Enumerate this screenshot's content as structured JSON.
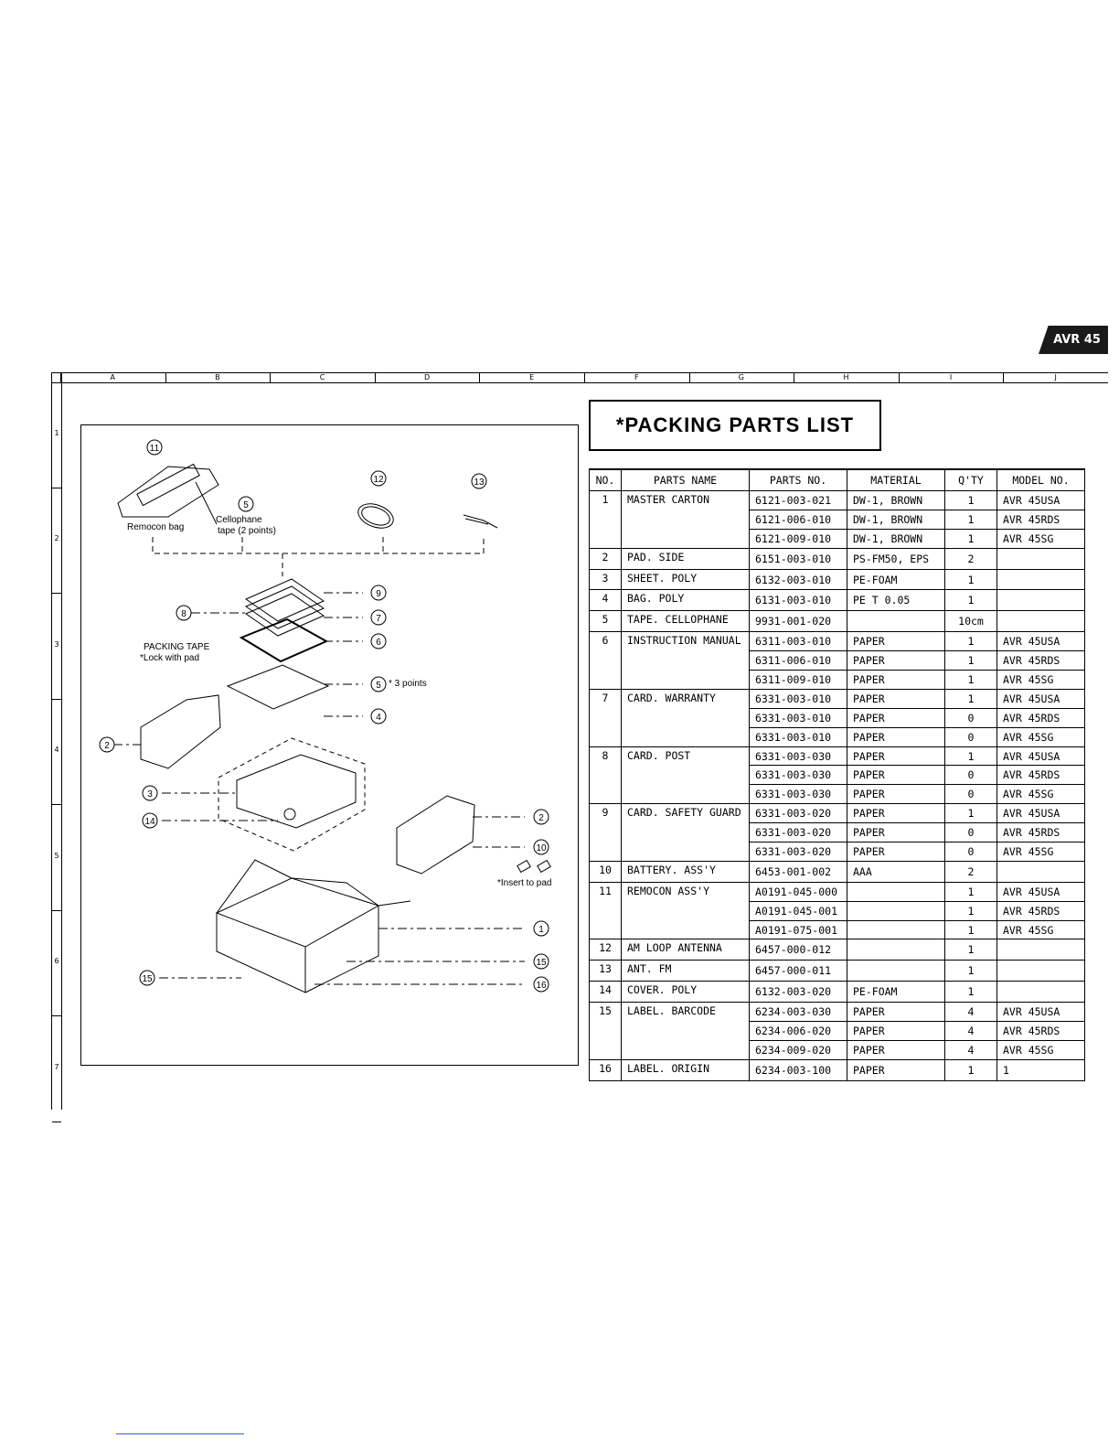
{
  "model_tab": "AVR 45",
  "frame": {
    "columns": [
      "A",
      "B",
      "C",
      "D",
      "E",
      "F",
      "G",
      "H",
      "I",
      "J"
    ],
    "rows": [
      "1",
      "2",
      "3",
      "4",
      "5",
      "6",
      "7"
    ]
  },
  "title": "*PACKING PARTS LIST",
  "diagram": {
    "callouts": [
      "11",
      "5",
      "12",
      "13",
      "9",
      "8",
      "7",
      "6",
      "5",
      "4",
      "2",
      "3",
      "14",
      "2",
      "10",
      "1",
      "15",
      "15",
      "16"
    ],
    "labels": {
      "remocon_bag": "Remocon bag",
      "cellophane_1": "Cellophane",
      "cellophane_2": "tape (2 points)",
      "packing_tape_1": "PACKING TAPE",
      "packing_tape_2": "*Lock with pad",
      "three_points": "* 3 points",
      "insert_to_pad": "*Insert to pad"
    }
  },
  "table": {
    "headers": [
      "NO.",
      "PARTS NAME",
      "PARTS NO.",
      "MATERIAL",
      "Q'TY",
      "MODEL NO."
    ],
    "groups": [
      {
        "no": "1",
        "name": "MASTER CARTON",
        "rows": [
          [
            "6121-003-021",
            "DW-1, BROWN",
            "1",
            "AVR 45USA"
          ],
          [
            "6121-006-010",
            "DW-1, BROWN",
            "1",
            "AVR 45RDS"
          ],
          [
            "6121-009-010",
            "DW-1, BROWN",
            "1",
            "AVR 45SG"
          ]
        ]
      },
      {
        "no": "2",
        "name": "PAD. SIDE",
        "rows": [
          [
            "6151-003-010",
            "PS-FM50, EPS",
            "2",
            ""
          ]
        ]
      },
      {
        "no": "3",
        "name": "SHEET. POLY",
        "rows": [
          [
            "6132-003-010",
            "PE-FOAM",
            "1",
            ""
          ]
        ]
      },
      {
        "no": "4",
        "name": "BAG. POLY",
        "rows": [
          [
            "6131-003-010",
            "PE T 0.05",
            "1",
            ""
          ]
        ]
      },
      {
        "no": "5",
        "name": "TAPE. CELLOPHANE",
        "rows": [
          [
            "9931-001-020",
            "",
            "10cm",
            ""
          ]
        ]
      },
      {
        "no": "6",
        "name": "INSTRUCTION MANUAL",
        "rows": [
          [
            "6311-003-010",
            "PAPER",
            "1",
            "AVR 45USA"
          ],
          [
            "6311-006-010",
            "PAPER",
            "1",
            "AVR 45RDS"
          ],
          [
            "6311-009-010",
            "PAPER",
            "1",
            "AVR 45SG"
          ]
        ]
      },
      {
        "no": "7",
        "name": "CARD. WARRANTY",
        "rows": [
          [
            "6331-003-010",
            "PAPER",
            "1",
            "AVR 45USA"
          ],
          [
            "6331-003-010",
            "PAPER",
            "0",
            "AVR 45RDS"
          ],
          [
            "6331-003-010",
            "PAPER",
            "0",
            "AVR 45SG"
          ]
        ]
      },
      {
        "no": "8",
        "name": "CARD. POST",
        "rows": [
          [
            "6331-003-030",
            "PAPER",
            "1",
            "AVR 45USA"
          ],
          [
            "6331-003-030",
            "PAPER",
            "0",
            "AVR 45RDS"
          ],
          [
            "6331-003-030",
            "PAPER",
            "0",
            "AVR 45SG"
          ]
        ]
      },
      {
        "no": "9",
        "name": "CARD. SAFETY GUARD",
        "rows": [
          [
            "6331-003-020",
            "PAPER",
            "1",
            "AVR 45USA"
          ],
          [
            "6331-003-020",
            "PAPER",
            "0",
            "AVR 45RDS"
          ],
          [
            "6331-003-020",
            "PAPER",
            "0",
            "AVR 45SG"
          ]
        ]
      },
      {
        "no": "10",
        "name": "BATTERY. ASS'Y",
        "rows": [
          [
            "6453-001-002",
            "AAA",
            "2",
            ""
          ]
        ]
      },
      {
        "no": "11",
        "name": "REMOCON ASS'Y",
        "rows": [
          [
            "A0191-045-000",
            "",
            "1",
            "AVR 45USA"
          ],
          [
            "A0191-045-001",
            "",
            "1",
            "AVR 45RDS"
          ],
          [
            "A0191-075-001",
            "",
            "1",
            "AVR 45SG"
          ]
        ]
      },
      {
        "no": "12",
        "name": "AM LOOP ANTENNA",
        "rows": [
          [
            "6457-000-012",
            "",
            "1",
            ""
          ]
        ]
      },
      {
        "no": "13",
        "name": "ANT. FM",
        "rows": [
          [
            "6457-000-011",
            "",
            "1",
            ""
          ]
        ]
      },
      {
        "no": "14",
        "name": "COVER. POLY",
        "rows": [
          [
            "6132-003-020",
            "PE-FOAM",
            "1",
            ""
          ]
        ]
      },
      {
        "no": "15",
        "name": "LABEL. BARCODE",
        "rows": [
          [
            "6234-003-030",
            "PAPER",
            "4",
            "AVR 45USA"
          ],
          [
            "6234-006-020",
            "PAPER",
            "4",
            "AVR 45RDS"
          ],
          [
            "6234-009-020",
            "PAPER",
            "4",
            "AVR 45SG"
          ]
        ]
      },
      {
        "no": "16",
        "name": "LABEL. ORIGIN",
        "rows": [
          [
            "6234-003-100",
            "PAPER",
            "1",
            "1"
          ]
        ]
      }
    ]
  }
}
